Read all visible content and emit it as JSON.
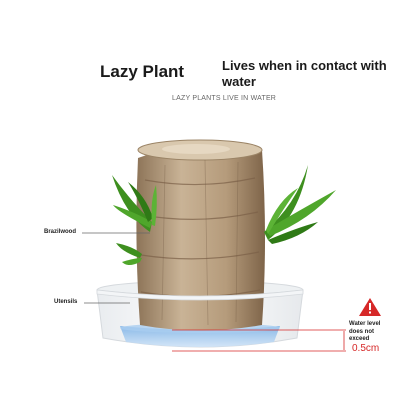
{
  "title": "Lazy Plant",
  "headline": "Lives when in contact with water",
  "subtitle": "LAZY PLANTS LIVE IN WATER",
  "labels": {
    "brazilwood": "Brazilwood",
    "utensils": "Utensils",
    "water_level": "Water level does not exceed",
    "measurement": "0.5cm"
  },
  "icons": {
    "warning": "warning-triangle-icon"
  },
  "colors": {
    "warning": "#d62828",
    "leaf": "#3e8f1f",
    "water": "#9cc6ee",
    "trunk": "#b39a7c"
  }
}
